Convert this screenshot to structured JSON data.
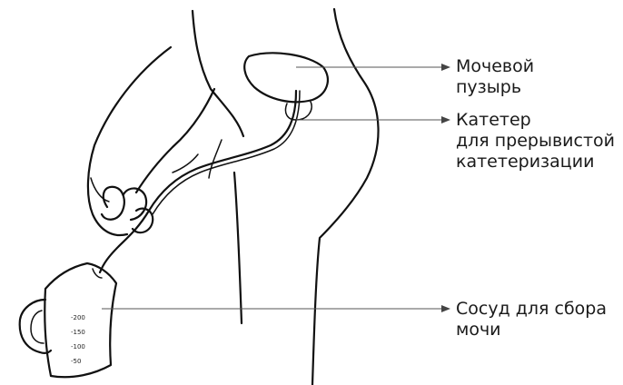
{
  "labels": {
    "bladder": {
      "line1": "Мочевой",
      "line2": "пузырь"
    },
    "catheter": {
      "line1": "Катетер",
      "line2": "для прерывистой",
      "line3": "катетеризации"
    },
    "container": {
      "line1": "Сосуд для сбора",
      "line2": "мочи"
    }
  },
  "container_scale": [
    "-200",
    "-150",
    "-100",
    "-50"
  ],
  "colors": {
    "ink": "#111111",
    "leader": "#555555",
    "text": "#1a1a1a"
  }
}
